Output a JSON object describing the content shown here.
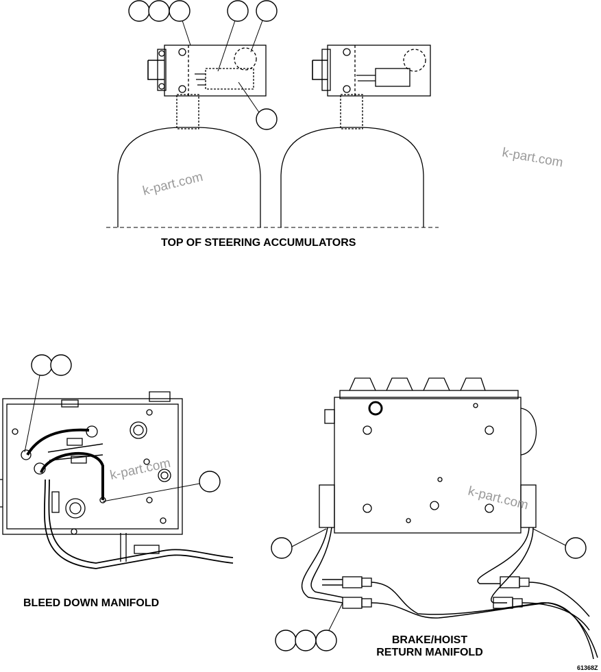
{
  "captions": {
    "steering": "TOP OF STEERING ACCUMULATORS",
    "bleed": "BLEED DOWN MANIFOLD",
    "brake_line1": "BRAKE/HOIST",
    "brake_line2": "RETURN MANIFOLD"
  },
  "figure_code": "61368Z",
  "watermark": "k-part.com",
  "callout_count": 14
}
